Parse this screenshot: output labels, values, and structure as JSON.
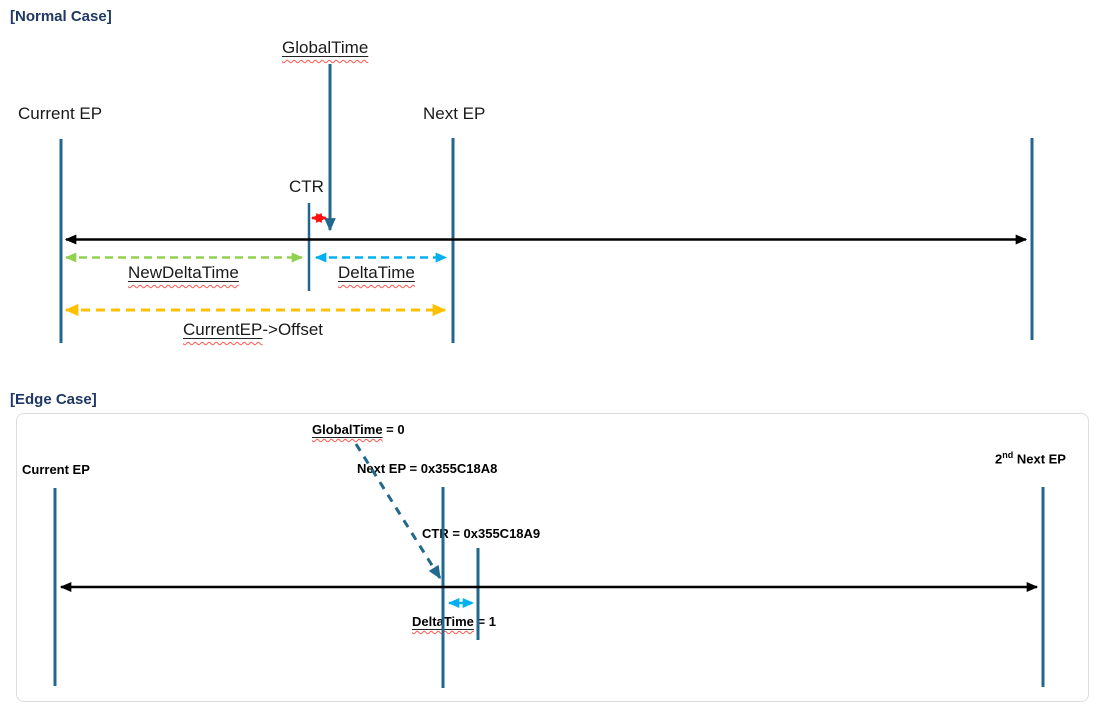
{
  "colors": {
    "line_blue": "#20688D",
    "green": "#92D050",
    "cyan": "#00B0F0",
    "orange": "#FFC000",
    "red": "#FF1010",
    "black": "#000000",
    "heading_navy": "#1F3864",
    "squiggle_red": "#FF564A",
    "box_border": "#D9DDE2"
  },
  "normal_case": {
    "title": "[Normal Case]",
    "global_time_label": "GlobalTime",
    "current_ep_label": "Current EP",
    "next_ep_label": "Next EP",
    "ctr_label": "CTR",
    "new_delta_time_label": "NewDeltaTime",
    "delta_time_label": "DeltaTime",
    "offset_label_link": "CurrentEP",
    "offset_label_rest": "->Offset"
  },
  "edge_case": {
    "title": "[Edge Case]",
    "global_time_label": "GlobalTime",
    "global_time_value": " = 0",
    "current_ep_label": "Current EP",
    "next_ep_label": "Next EP = 0x355C18A8",
    "ctr_label": "CTR = 0x355C18A9",
    "delta_time_label": "DeltaTime",
    "delta_time_value": " = 1",
    "second_next_ep_num": "2",
    "second_next_ep_ord": "nd",
    "second_next_ep_rest": " Next EP"
  }
}
